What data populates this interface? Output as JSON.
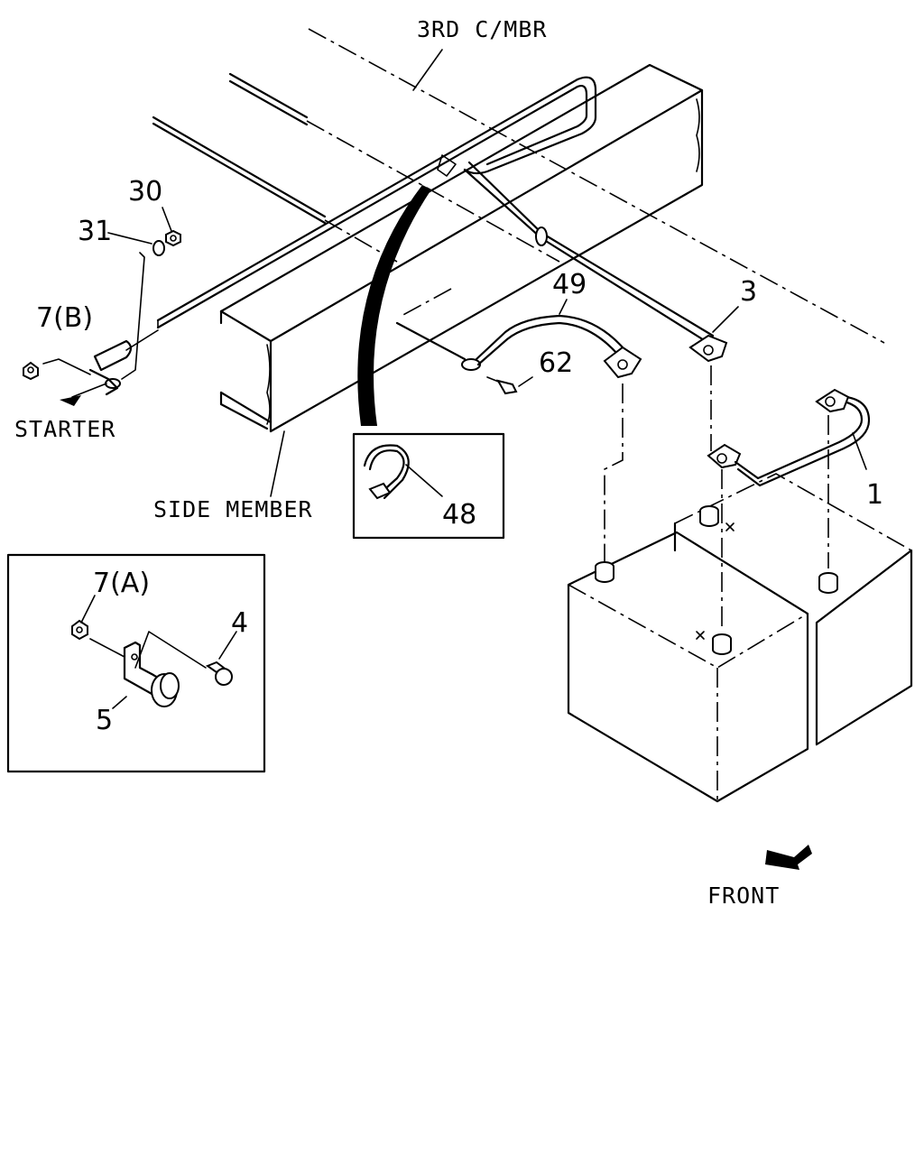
{
  "labels": {
    "cross_member": "3RD C/MBR",
    "side_member": "SIDE MEMBER",
    "starter": "STARTER",
    "front": "FRONT"
  },
  "callouts": {
    "p30": "30",
    "p31": "31",
    "p7b": "7(B)",
    "p49": "49",
    "p3": "3",
    "p62": "62",
    "p1": "1",
    "p48": "48",
    "p7a": "7(A)",
    "p4": "4",
    "p5": "5"
  }
}
